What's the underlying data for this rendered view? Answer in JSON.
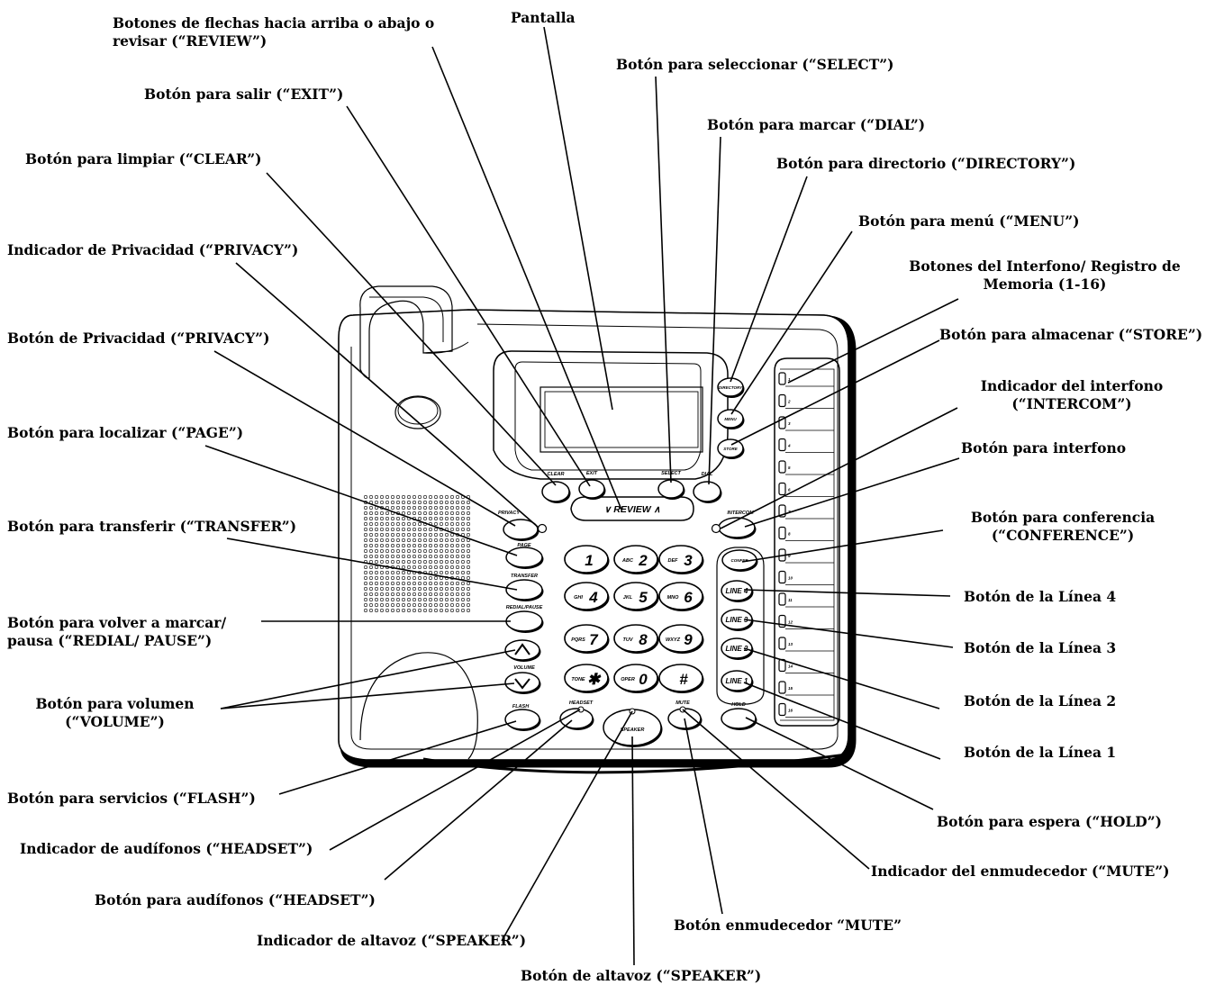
{
  "callouts": {
    "botones_flechas": "Botones de flechas hacia arriba o abajo o revisar (“REVIEW”)",
    "pantalla": "Pantalla",
    "boton_select": "Botón para seleccionar (“SELECT”)",
    "boton_exit": "Botón para salir (“EXIT”)",
    "boton_dial": "Botón para marcar (“DIAL”)",
    "boton_clear": "Botón para limpiar (“CLEAR”)",
    "boton_directory": "Botón para directorio (“DIRECTORY”)",
    "boton_menu": "Botón para menú (“MENU”)",
    "indicador_privacy": "Indicador de Privacidad (“PRIVACY”)",
    "botones_interfono_memoria": "Botones del Interfono/ Registro de Memoria (1-16)",
    "boton_privacy": "Botón de Privacidad (“PRIVACY”)",
    "boton_store": "Botón para almacenar (“STORE”)",
    "indicador_intercom": "Indicador del interfono (“INTERCOM”)",
    "boton_page": "Botón para localizar (“PAGE”)",
    "boton_interfono": "Botón para interfono",
    "boton_transfer": "Botón para transferir (“TRANSFER”)",
    "boton_conference": "Botón para conferencia (“CONFERENCE”)",
    "boton_linea4": "Botón de la Línea 4",
    "boton_redial": "Botón para volver a marcar/ pausa (“REDIAL/ PAUSE”)",
    "boton_linea3": "Botón de la Línea 3",
    "boton_volume": "Botón para volumen (“VOLUME”)",
    "boton_linea2": "Botón de la Línea 2",
    "boton_linea1": "Botón de la Línea 1",
    "boton_flash": "Botón para servicios (“FLASH”)",
    "boton_hold": "Botón para espera (“HOLD”)",
    "indicador_headset": "Indicador de audífonos (“HEADSET”)",
    "indicador_mute": "Indicador del enmudecedor (“MUTE”)",
    "boton_headset": "Botón para audífonos (“HEADSET”)",
    "boton_mute": "Botón enmudecedor  “MUTE”",
    "indicador_speaker": "Indicador de altavoz (“SPEAKER”)",
    "boton_speaker": "Botón de altavoz (“SPEAKER”)"
  },
  "phone_labels": {
    "clear": "CLEAR",
    "exit": "EXIT",
    "select": "SELECT",
    "dial": "DIAL",
    "directory": "DIRECTORY",
    "menu": "MENU",
    "store": "STORE",
    "review": "∨ REVIEW ∧",
    "privacy": "PRIVACY",
    "intercom": "INTERCOM",
    "page": "PAGE",
    "transfer": "TRANSFER",
    "redial_pause": "REDIAL/PAUSE",
    "volume": "VOLUME",
    "flash": "FLASH",
    "headset": "HEADSET",
    "speaker": "SPEAKER",
    "mute": "MUTE",
    "hold": "HOLD",
    "confer": "CONFER",
    "line4": "LINE 4",
    "line3": "LINE 3",
    "line2": "LINE 2",
    "line1": "LINE 1"
  },
  "keypad": [
    {
      "letters": "",
      "digit": "1"
    },
    {
      "letters": "ABC",
      "digit": "2"
    },
    {
      "letters": "DEF",
      "digit": "3"
    },
    {
      "letters": "GHI",
      "digit": "4"
    },
    {
      "letters": "JKL",
      "digit": "5"
    },
    {
      "letters": "MNO",
      "digit": "6"
    },
    {
      "letters": "PQRS",
      "digit": "7"
    },
    {
      "letters": "TUV",
      "digit": "8"
    },
    {
      "letters": "WXYZ",
      "digit": "9"
    },
    {
      "letters": "TONE",
      "digit": "✱"
    },
    {
      "letters": "OPER",
      "digit": "0"
    },
    {
      "letters": "",
      "digit": "#"
    }
  ],
  "memory_keys": [
    "1",
    "2",
    "3",
    "4",
    "5",
    "6",
    "7",
    "8",
    "9",
    "10",
    "11",
    "12",
    "13",
    "14",
    "15",
    "16"
  ]
}
